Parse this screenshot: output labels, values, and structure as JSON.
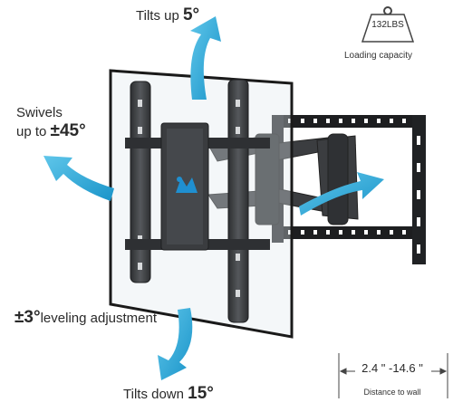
{
  "labels": {
    "tilt_up_text": "Tilts up",
    "tilt_up_degrees": "5°",
    "swivel_line1": "Swivels",
    "swivel_line2_text": "up to",
    "swivel_degrees": "±45°",
    "leveling_degrees": "±3°",
    "leveling_text": "leveling adjustment",
    "tilt_down_text": "Tilts down",
    "tilt_down_degrees": "15°"
  },
  "weight": {
    "value": "132LBS",
    "caption": "Loading capacity"
  },
  "distance": {
    "value": "2.4 \" -14.6 \"",
    "caption": "Distance to wall"
  },
  "colors": {
    "arrow": "#2aa8d8",
    "metal": "#3e4043",
    "logo": "#1f8fd0"
  }
}
